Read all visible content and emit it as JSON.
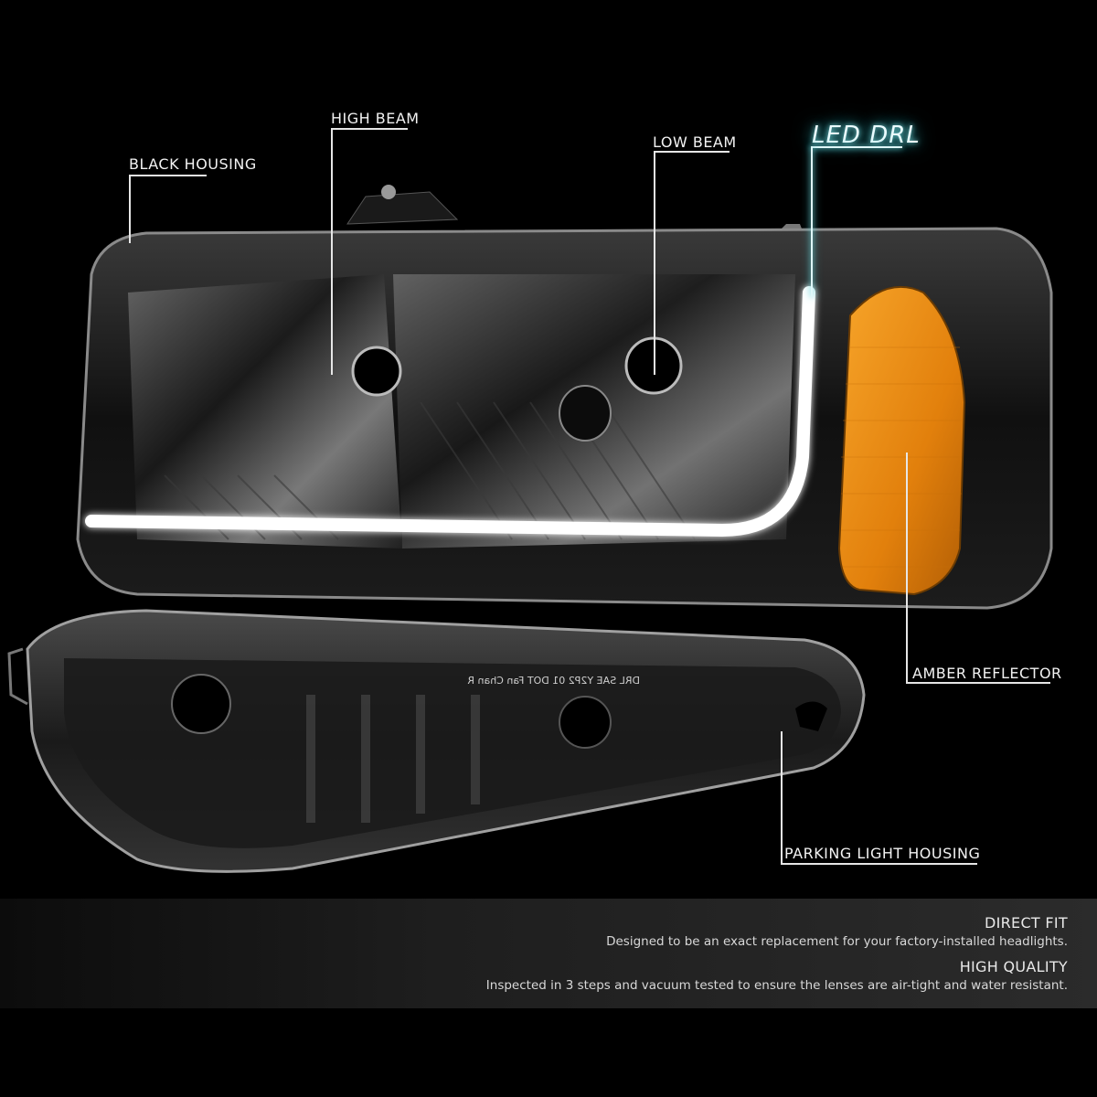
{
  "callouts": {
    "black_housing": "BLACK HOUSING",
    "high_beam": "HIGH BEAM",
    "low_beam": "LOW BEAM",
    "led_drl": "LED DRL",
    "amber_reflector": "AMBER REFLECTOR",
    "parking_light_housing": "PARKING LIGHT HOUSING"
  },
  "parking_light_marking": "DRL SAE Y2P2 01 DOT Fan Chan R",
  "features": [
    {
      "title": "DIRECT FIT",
      "description": "Designed to be an exact replacement for your factory-installed headlights."
    },
    {
      "title": "HIGH QUALITY",
      "description": "Inspected in 3 steps and vacuum tested to ensure the lenses are air-tight and water resistant."
    }
  ],
  "colors": {
    "background": "#000000",
    "amber": "#e8870f",
    "drl_glow": "#7fe4e8",
    "band": "#2b2b2b"
  }
}
